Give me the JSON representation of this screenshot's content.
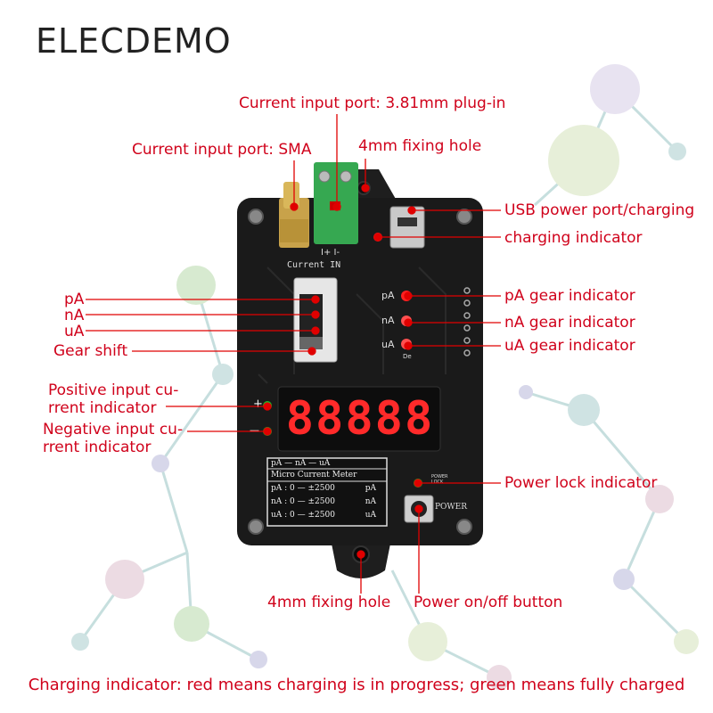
{
  "brand": "ELECDEMO",
  "labels": {
    "current_input_381": "Current input port: 3.81mm plug-in",
    "current_input_sma": "Current input port: SMA",
    "fixing_hole_top": "4mm fixing hole",
    "usb_power": "USB power port/charging",
    "charging_indicator": "charging indicator",
    "pA": "pA",
    "nA": "nA",
    "uA": "uA",
    "gear_shift": "Gear shift",
    "pA_gear": "pA gear indicator",
    "nA_gear": "nA gear indicator",
    "uA_gear": "uA gear indicator",
    "positive_indicator": "Positive input cu-rrent indicator",
    "negative_indicator": "Negative input cu-rrent indicator",
    "power_lock": "Power lock indicator",
    "fixing_hole_bottom": "4mm fixing hole",
    "power_button": "Power on/off button"
  },
  "caption": "Charging indicator: red means charging is in progress; green means fully charged",
  "board": {
    "terminal_pins": "I+ I-",
    "current_in": "Current IN",
    "gear_pA": "pA",
    "gear_nA": "nA",
    "gear_uA": "uA",
    "de": "De",
    "plus": "+",
    "minus": "—",
    "display": "88888",
    "power_lock_text": "POWER LOCK",
    "power_text": "POWER",
    "meter_header": "pA — nA — uA",
    "meter_title": "Micro Current Meter",
    "meter_rows": [
      {
        "range": "pA : 0 —  ±2500",
        "unit": "pA"
      },
      {
        "range": "nA : 0 —  ±2500",
        "unit": "nA"
      },
      {
        "range": "uA : 0 —  ±2500",
        "unit": "uA"
      }
    ]
  },
  "colors": {
    "label_red": "#d0021b",
    "pcb": "#1a1a1a",
    "led_red": "#ff2020",
    "led_green": "#18c02a",
    "terminal_green": "#36a851"
  }
}
